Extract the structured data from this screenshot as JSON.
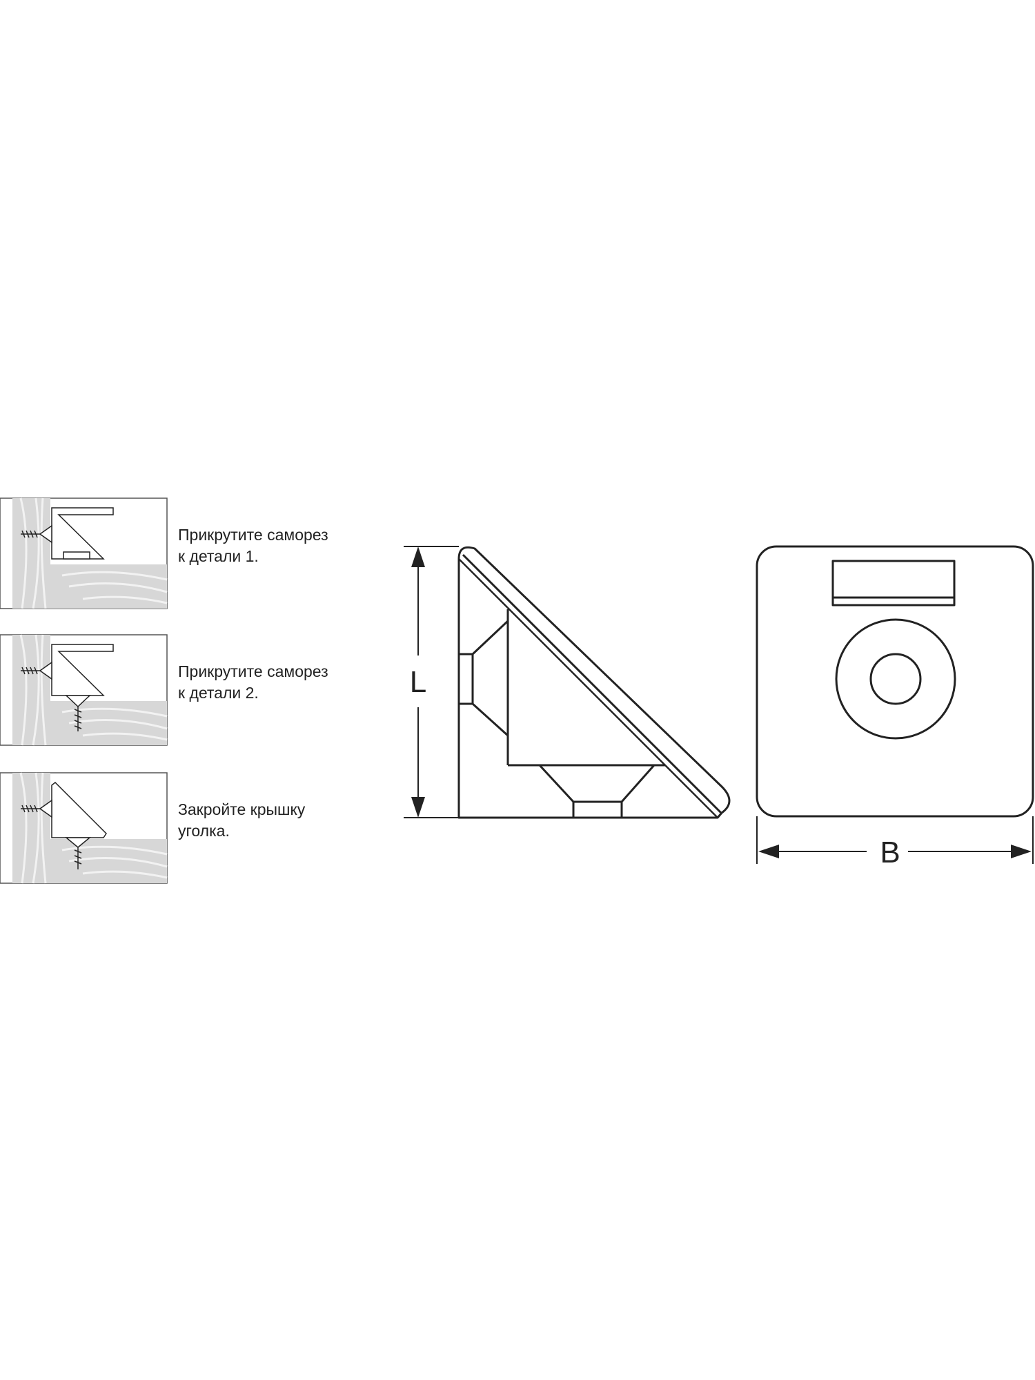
{
  "steps": [
    {
      "line1": "Прикрутите саморез",
      "line2": "к детали 1."
    },
    {
      "line1": "Прикрутите саморез",
      "line2": "к детали 2."
    },
    {
      "line1": "Закройте крышку",
      "line2": "уголка."
    }
  ],
  "dimensions": {
    "height_label": "L",
    "width_label": "B"
  },
  "colors": {
    "line": "#222222",
    "wood": "#d7d7d7",
    "wood_grain": "#f2f2f2",
    "frame": "#555555"
  }
}
